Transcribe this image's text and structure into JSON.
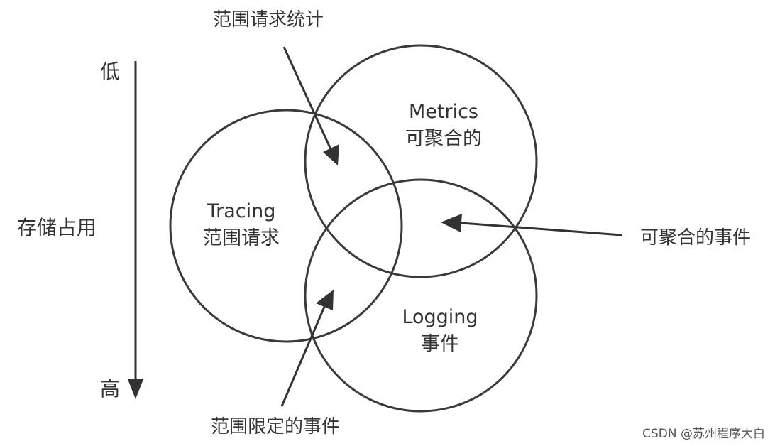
{
  "axis": {
    "low_label": "低",
    "high_label": "高",
    "title": "存储占用"
  },
  "circles": {
    "metrics": {
      "name": "Metrics",
      "desc": "可聚合的"
    },
    "tracing": {
      "name": "Tracing",
      "desc": "范围请求"
    },
    "logging": {
      "name": "Logging",
      "desc": "事件"
    }
  },
  "callouts": {
    "top": "范围请求统计",
    "right": "可聚合的事件",
    "bottom": "范围限定的事件"
  },
  "watermark": "CSDN @苏州程序大白"
}
